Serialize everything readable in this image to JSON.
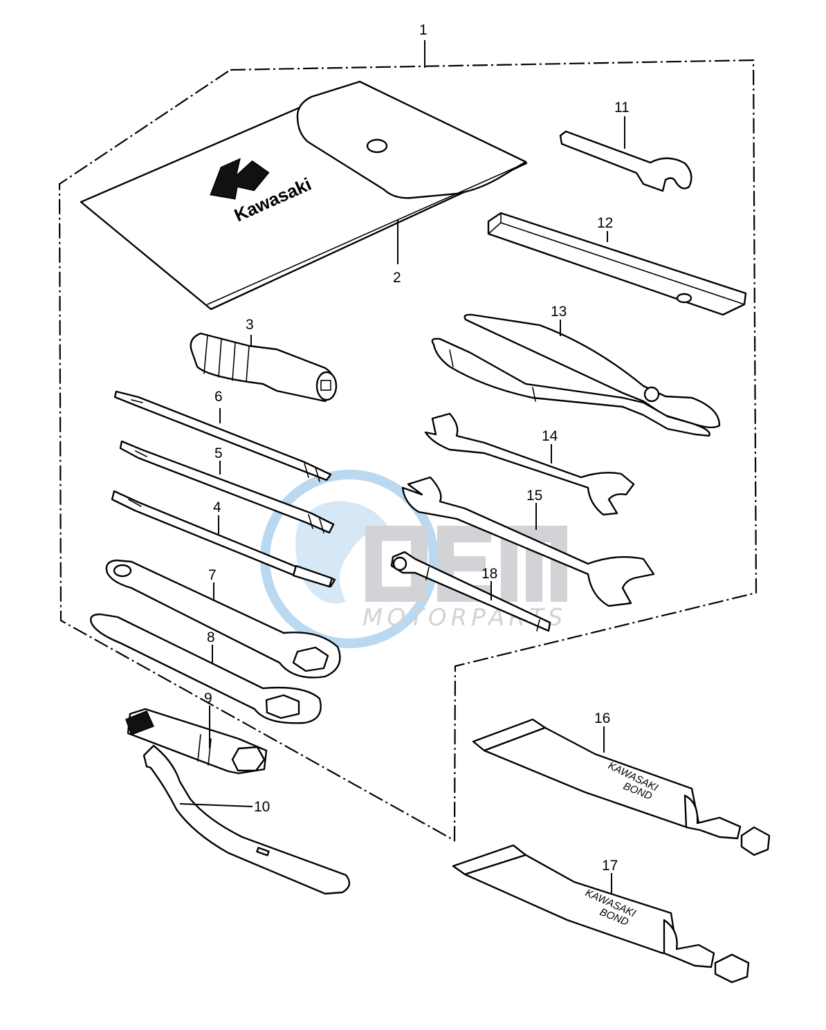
{
  "callouts": [
    {
      "id": "1",
      "label": "1"
    },
    {
      "id": "2",
      "label": "2"
    },
    {
      "id": "3",
      "label": "3"
    },
    {
      "id": "4",
      "label": "4"
    },
    {
      "id": "5",
      "label": "5"
    },
    {
      "id": "6",
      "label": "6"
    },
    {
      "id": "7",
      "label": "7"
    },
    {
      "id": "8",
      "label": "8"
    },
    {
      "id": "9",
      "label": "9"
    },
    {
      "id": "10",
      "label": "10"
    },
    {
      "id": "11",
      "label": "11"
    },
    {
      "id": "12",
      "label": "12"
    },
    {
      "id": "13",
      "label": "13"
    },
    {
      "id": "14",
      "label": "14"
    },
    {
      "id": "15",
      "label": "15"
    },
    {
      "id": "16",
      "label": "16"
    },
    {
      "id": "17",
      "label": "17"
    },
    {
      "id": "18",
      "label": "18"
    }
  ],
  "pouch": {
    "brand_text": "Kawasaki"
  },
  "tubes": {
    "tube16": {
      "line1": "KAWASAKI",
      "line2": "BOND"
    },
    "tube17": {
      "line1": "KAWASAKI",
      "line2": "BOND"
    }
  },
  "watermark": {
    "main": "OEM",
    "sub": "MOTORPARTS"
  },
  "colors": {
    "line": "#000000",
    "background": "#ffffff",
    "watermark_blue": "#aed3ee",
    "watermark_grey": "#c9ccd0"
  }
}
